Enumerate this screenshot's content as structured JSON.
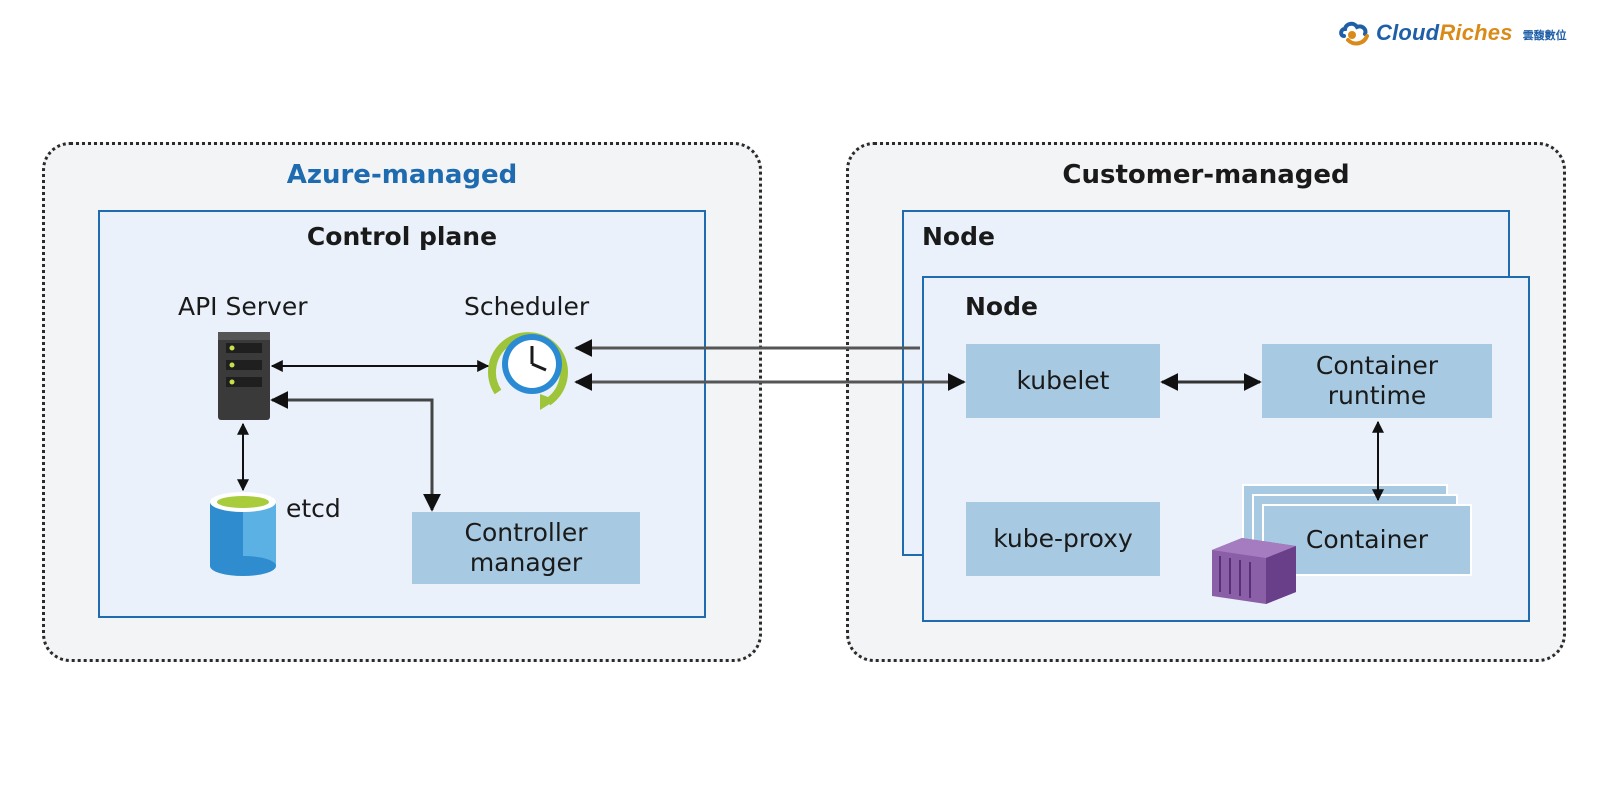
{
  "logo": {
    "brand_part1": "Cloud",
    "brand_part2": "Riches",
    "chinese": "雲馥數位"
  },
  "azure_zone": {
    "title": "Azure-managed",
    "title_color": "#1f6bb0",
    "control_plane": {
      "title": "Control plane",
      "api_server": "API Server",
      "scheduler": "Scheduler",
      "etcd": "etcd",
      "controller_manager_line1": "Controller",
      "controller_manager_line2": "manager"
    }
  },
  "customer_zone": {
    "title": "Customer-managed",
    "back_node_title": "Node",
    "front_node": {
      "title": "Node",
      "kubelet": "kubelet",
      "container_runtime_line1": "Container",
      "container_runtime_line2": "runtime",
      "kube_proxy": "kube-proxy",
      "container": "Container"
    }
  },
  "icons": [
    "server-icon",
    "clock-icon",
    "database-icon",
    "container-icon"
  ],
  "colors": {
    "component_fill": "#a7c9e2",
    "panel_border": "#1f6bb0",
    "panel_fill": "#eaf1fa",
    "zone_fill": "#f3f4f6"
  }
}
